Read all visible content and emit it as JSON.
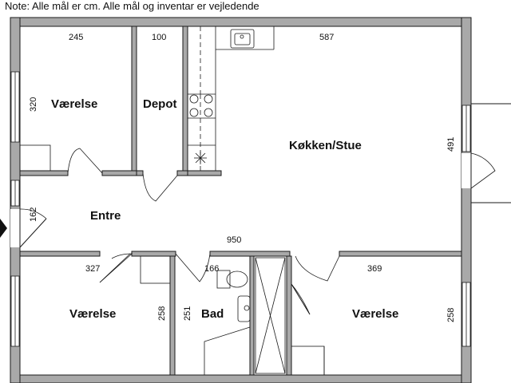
{
  "note": "Note: Alle mål er cm. Alle mål og inventar er vejledende",
  "rooms": {
    "vaerelse_top": "Værelse",
    "depot": "Depot",
    "kokken_stue": "Køkken/Stue",
    "entre": "Entre",
    "vaerelse_bottom_left": "Værelse",
    "bad": "Bad",
    "vaerelse_bottom_right": "Værelse"
  },
  "dimensions": {
    "vaerelse_top_width": "245",
    "vaerelse_top_height": "320",
    "depot_width": "100",
    "kokken_width": "587",
    "kokken_height": "491",
    "entre_height": "162",
    "entre_width": "950",
    "vaerelse_bl_width": "327",
    "vaerelse_bl_height": "258",
    "bad_width": "166",
    "bad_height": "251",
    "vaerelse_br_width": "369",
    "vaerelse_br_height": "258"
  }
}
